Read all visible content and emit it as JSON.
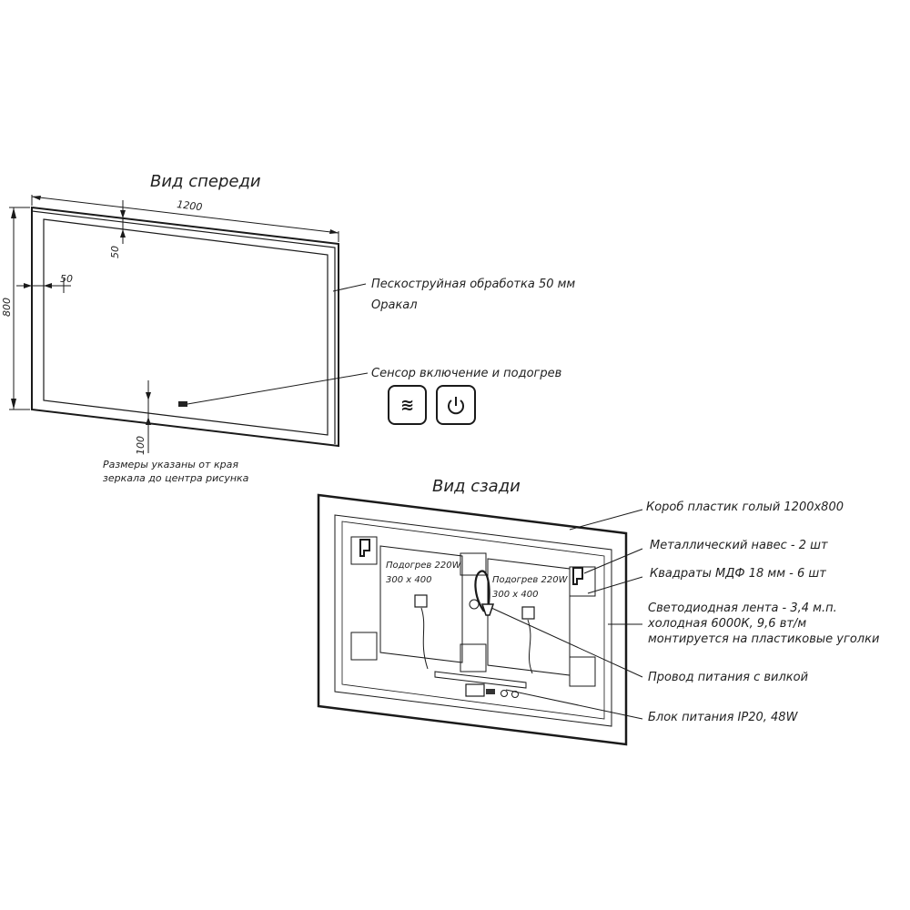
{
  "front_view": {
    "title": "Вид спереди",
    "dim_width": "1200",
    "dim_height": "800",
    "dim_top_margin": "50",
    "dim_side_margin": "50",
    "dim_bottom_sensor": "100",
    "note_line1": "Размеры указаны от края",
    "note_line2": "зеркала до центра рисунка",
    "callout_sandblast_line1": "Пескоструйная обработка 50 мм",
    "callout_sandblast_line2": "Оракал",
    "callout_sensor": "Сенсор включение и подогрев",
    "sensor_buttons": [
      {
        "icon": "heating-icon",
        "glyph": "≋"
      },
      {
        "icon": "power-icon",
        "glyph": "⏻"
      }
    ]
  },
  "back_view": {
    "title": "Вид сзади",
    "heater_left_line1": "Подогрев 220W",
    "heater_left_line2": "300 х 400",
    "heater_right_line1": "Подогрев 220W",
    "heater_right_line2": "300 х 400",
    "callouts": {
      "box": "Короб пластик голый 1200х800",
      "hanger": "Металлический навес - 2 шт",
      "squares": "Квадраты МДФ 18 мм - 6 шт",
      "led_line1": "Светодиодная лента - 3,4 м.п.",
      "led_line2": "холодная 6000К, 9,6 вт/м",
      "led_line3": "монтируется на пластиковые уголки",
      "cable": "Провод питания с вилкой",
      "psu": "Блок питания IP20, 48W"
    }
  }
}
